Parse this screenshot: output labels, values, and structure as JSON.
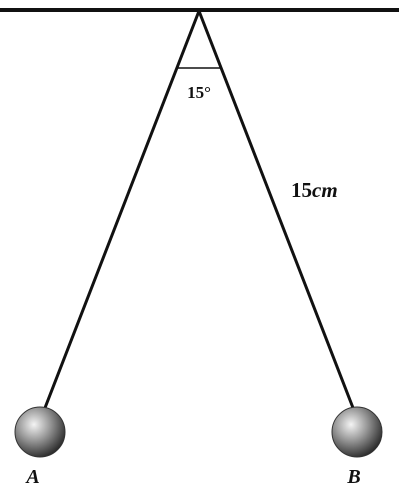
{
  "figure": {
    "angle_label": "15°",
    "length_value": "15",
    "length_unit": "cm",
    "ball_a_label": "A",
    "ball_b_label": "B"
  },
  "colors": {
    "line": "#111111",
    "ball_highlight": "#f2f2f2",
    "ball_mid": "#8a8a8a",
    "ball_shadow": "#2a2a2a"
  }
}
